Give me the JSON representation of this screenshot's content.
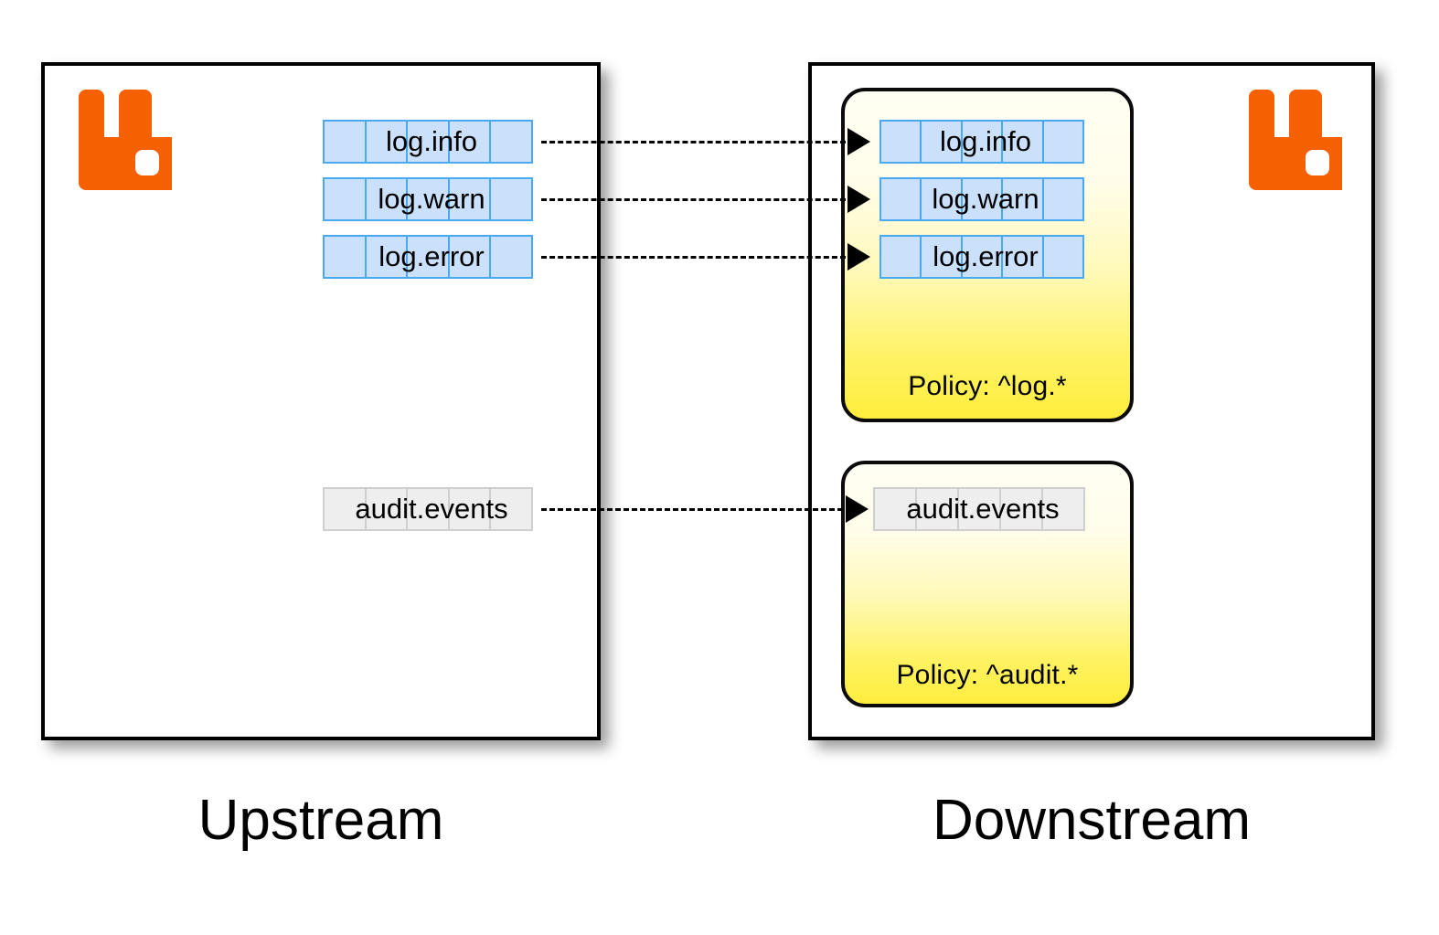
{
  "diagram": {
    "title_left": "Upstream",
    "title_right": "Downstream"
  },
  "upstream": {
    "caption": "Upstream",
    "logo": "rabbitmq-logo",
    "queues": [
      {
        "name": "log.info",
        "style": "blue",
        "cells": 5
      },
      {
        "name": "log.warn",
        "style": "blue",
        "cells": 5
      },
      {
        "name": "log.error",
        "style": "blue",
        "cells": 5
      },
      {
        "name": "audit.events",
        "style": "grey",
        "cells": 5
      }
    ]
  },
  "downstream": {
    "caption": "Downstream",
    "logo": "rabbitmq-logo",
    "policy_groups": [
      {
        "policy_label": "Policy: ^log.*",
        "pattern": "^log.*",
        "queues": [
          {
            "name": "log.info",
            "style": "blue",
            "cells": 5
          },
          {
            "name": "log.warn",
            "style": "blue",
            "cells": 5
          },
          {
            "name": "log.error",
            "style": "blue",
            "cells": 5
          }
        ]
      },
      {
        "policy_label": "Policy: ^audit.*",
        "pattern": "^audit.*",
        "queues": [
          {
            "name": "audit.events",
            "style": "grey",
            "cells": 5
          }
        ]
      }
    ]
  },
  "links": [
    {
      "from": "log.info",
      "to": "log.info",
      "style": "dotted-arrow"
    },
    {
      "from": "log.warn",
      "to": "log.warn",
      "style": "dotted-arrow"
    },
    {
      "from": "log.error",
      "to": "log.error",
      "style": "dotted-arrow"
    },
    {
      "from": "audit.events",
      "to": "audit.events",
      "style": "dotted-arrow"
    }
  ],
  "colors": {
    "brand_orange": "#f56003",
    "queue_blue_fill": "#cbe0fb",
    "queue_blue_border": "#4aa9ef",
    "queue_grey_fill": "#eeeeee",
    "queue_grey_border": "#cfcfcf",
    "policy_yellow_top": "#fffef3",
    "policy_yellow_bottom": "#ffed3d",
    "panel_border": "#000000",
    "text": "#000000"
  }
}
